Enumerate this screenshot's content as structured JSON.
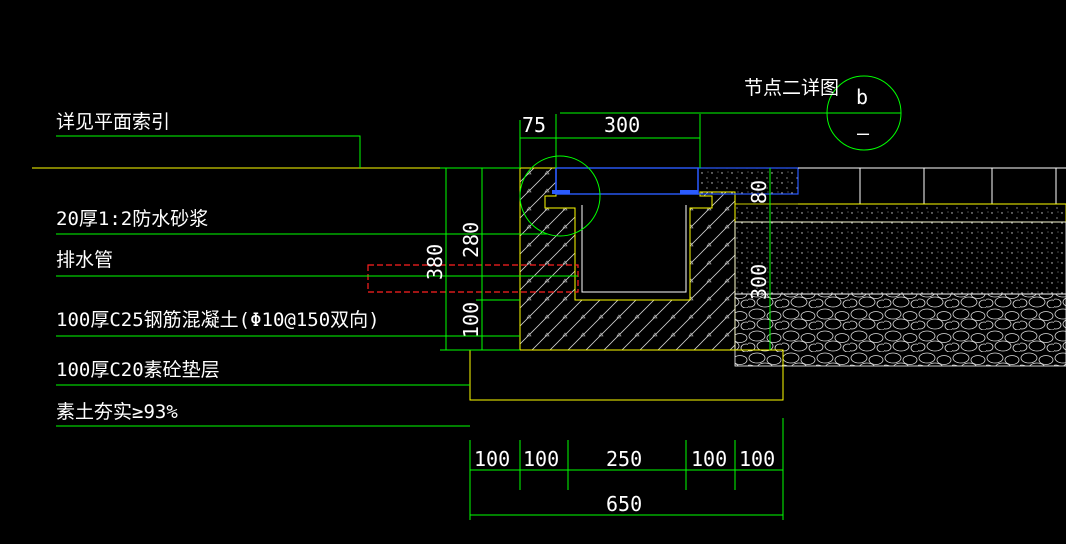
{
  "detail": {
    "title": "节点二详图",
    "bubble_letter": "b",
    "bubble_sub": "–"
  },
  "callouts": [
    "详见平面索引",
    "20厚1:2防水砂浆",
    "排水管",
    "100厚C25钢筋混凝土(Φ10@150双向)",
    "100厚C20素砼垫层",
    "素土夯实≥93%"
  ],
  "dims": {
    "top_left": "75",
    "top_main": "300",
    "cover": "80",
    "height_total": "380",
    "height_inner": "280",
    "base": "100",
    "right_depth": "300",
    "bottom_segments": [
      "100",
      "100",
      "250",
      "100",
      "100"
    ],
    "bottom_total": "650"
  },
  "colors": {
    "background": "#000000",
    "leader": "#00ff00",
    "outline": "#ffff00",
    "text": "#ffffff",
    "cover_plate": "#2a5bff",
    "pipe": "#ff2020"
  }
}
